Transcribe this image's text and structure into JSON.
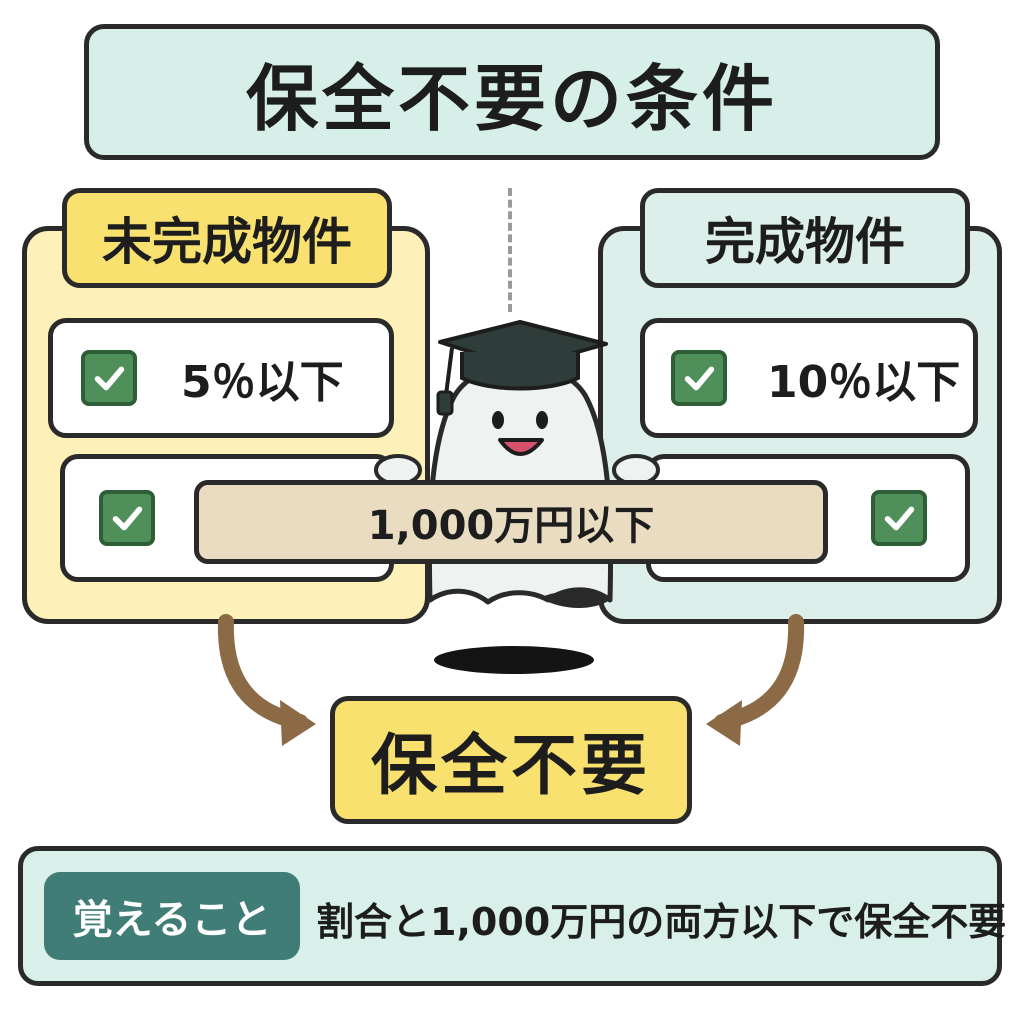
{
  "title": "保全不要の条件",
  "left_panel": {
    "heading": "未完成物件",
    "conditions": [
      "5％以下"
    ]
  },
  "right_panel": {
    "heading": "完成物件",
    "conditions": [
      "10％以下"
    ]
  },
  "shared_condition": "1,000万円以下",
  "result": "保全不要",
  "note": {
    "tag": "覚えること",
    "text": "割合と1,000万円の両方以下で保全不要"
  },
  "colors": {
    "title_bg": "#d6efe9",
    "left_panel_bg": "#fdf0b8",
    "left_tab_bg": "#f9e170",
    "right_panel_bg": "#dcefea",
    "check_green": "#4f8f5a",
    "banner_bg": "#e9dcc1",
    "result_bg": "#f9e170",
    "note_tag_bg": "#3f7d76",
    "arrow_brown": "#8b6a45"
  }
}
